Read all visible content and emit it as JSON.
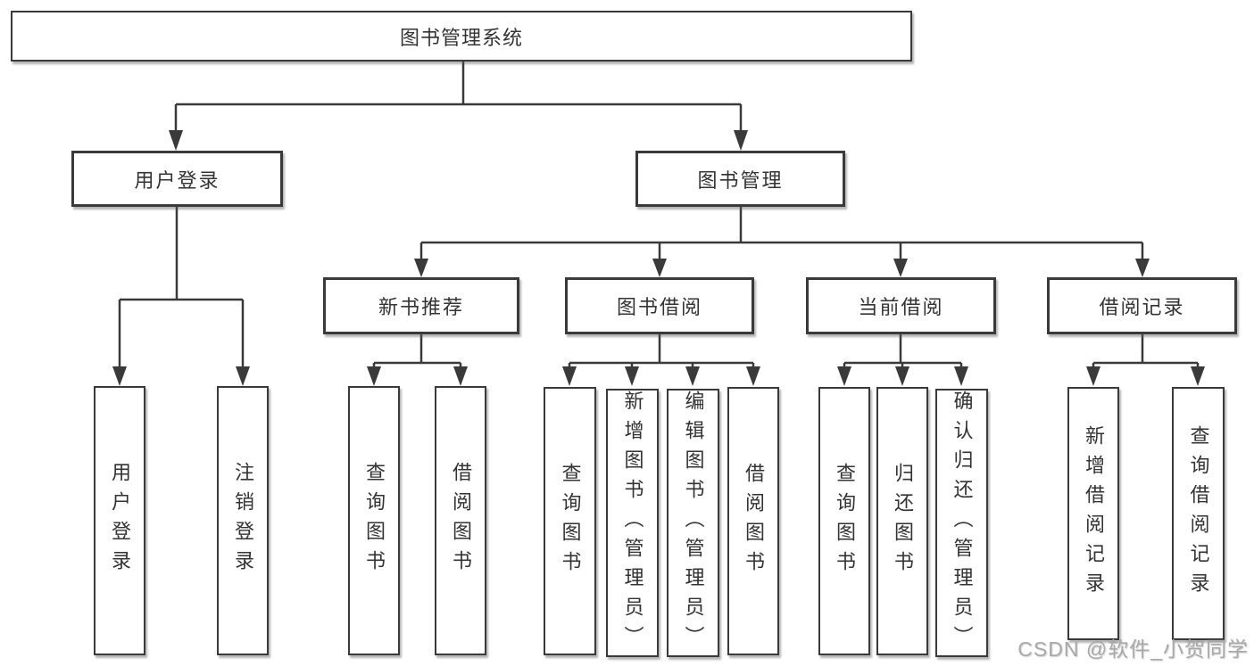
{
  "diagram": {
    "root": {
      "label": "图书管理系统"
    },
    "children": [
      {
        "label": "用户登录",
        "children": [
          {
            "label": "用户登录"
          },
          {
            "label": "注销登录"
          }
        ]
      },
      {
        "label": "图书管理",
        "children": [
          {
            "label": "新书推荐",
            "children": [
              {
                "label": "查询图书"
              },
              {
                "label": "借阅图书"
              }
            ]
          },
          {
            "label": "图书借阅",
            "children": [
              {
                "label": "查询图书"
              },
              {
                "label": "新增图书（管理员）"
              },
              {
                "label": "编辑图书（管理员）"
              },
              {
                "label": "借阅图书"
              }
            ]
          },
          {
            "label": "当前借阅",
            "children": [
              {
                "label": "查询图书"
              },
              {
                "label": "归还图书"
              },
              {
                "label": "确认归还（管理员）"
              }
            ]
          },
          {
            "label": "借阅记录",
            "children": [
              {
                "label": "新增借阅记录"
              },
              {
                "label": "查询借阅记录"
              }
            ]
          }
        ]
      }
    ],
    "watermark": "CSDN @软件_小贺同学",
    "colors": {
      "line": "#3a3a3a",
      "text": "#333333",
      "background": "#ffffff",
      "watermark": "#a9a9a9"
    }
  }
}
